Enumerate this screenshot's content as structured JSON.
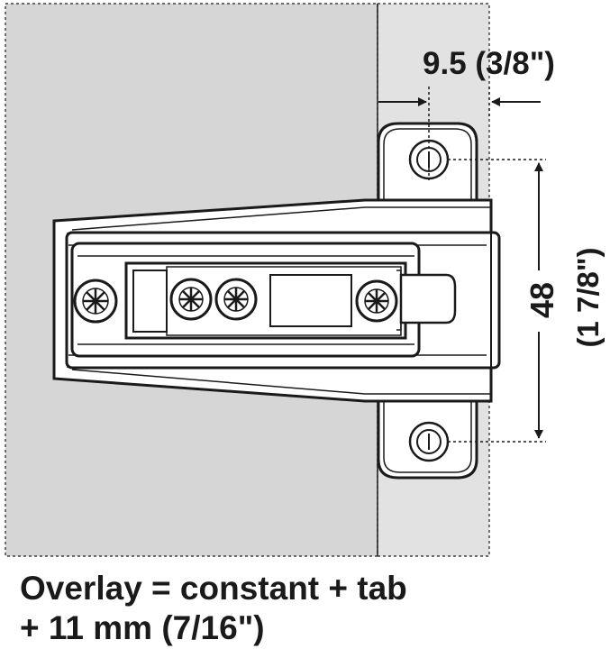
{
  "dimensions": {
    "horizontal": "9.5 (3/8\")",
    "vertical_mm": "48",
    "vertical_in": "(1 7/8\")"
  },
  "caption": {
    "line1": "Overlay = constant + tab",
    "line2": "+ 11 mm (7/16\")"
  },
  "colors": {
    "cabinet_side": "#d6d6d6",
    "door_panel": "#e2e2e2",
    "hinge_body": "#ffffff",
    "stroke": "#1a1a1a"
  }
}
